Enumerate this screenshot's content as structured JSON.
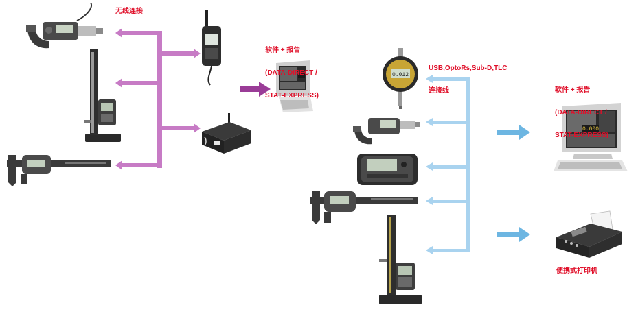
{
  "left_group": {
    "wireless_label": "无线连接",
    "software_label": [
      "软件 + 报告",
      "(DATA-DIRECT /",
      "STAT-EXPRESS)"
    ],
    "colors": {
      "connector": "#c77bc5",
      "arrow": "#9a3c97"
    }
  },
  "right_group": {
    "cable_label": [
      "USB,OptoRs,Sub-D,TLC",
      "连接线"
    ],
    "software_label": [
      "软件 + 报告",
      "(DATA-DIRECT /",
      "STAT-EXPRESS)"
    ],
    "printer_label": "便携式打印机",
    "colors": {
      "connector": "#a9d3ef",
      "arrow": "#6db6e2"
    }
  },
  "screen_readout": {
    "value": "0.000"
  },
  "indicator_readout": {
    "value": "0.012"
  },
  "label_color": "#e0102a",
  "icons": [
    "micrometer-icon",
    "height-gauge-icon",
    "caliper-icon",
    "wireless-receiver-icon",
    "wireless-router-icon",
    "computer-icon",
    "dial-indicator-icon",
    "display-unit-icon",
    "printer-icon"
  ]
}
